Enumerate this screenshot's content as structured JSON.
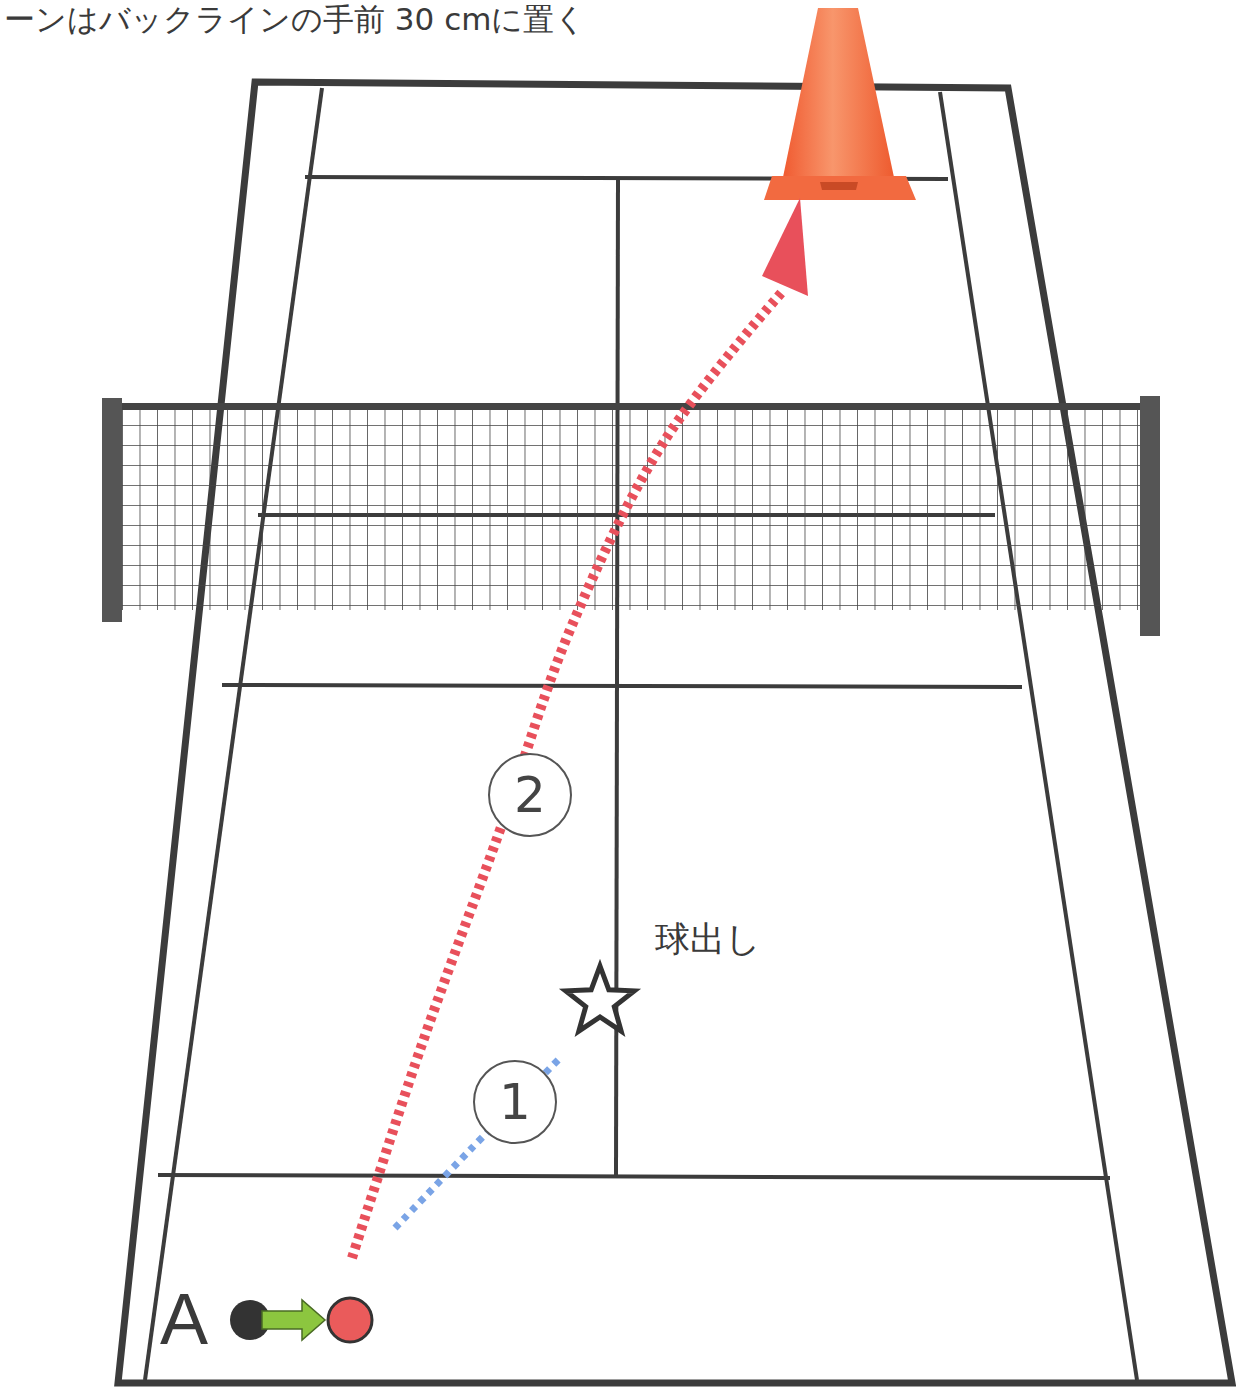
{
  "diagram": {
    "nodes": [
      {
        "text": [
          "2"
        ]
      },
      {
        "text": [
          "1"
        ]
      }
    ],
    "labels": [
      "ーンはバックラインの手前 30 cmに置く",
      "球出し",
      "A"
    ]
  }
}
